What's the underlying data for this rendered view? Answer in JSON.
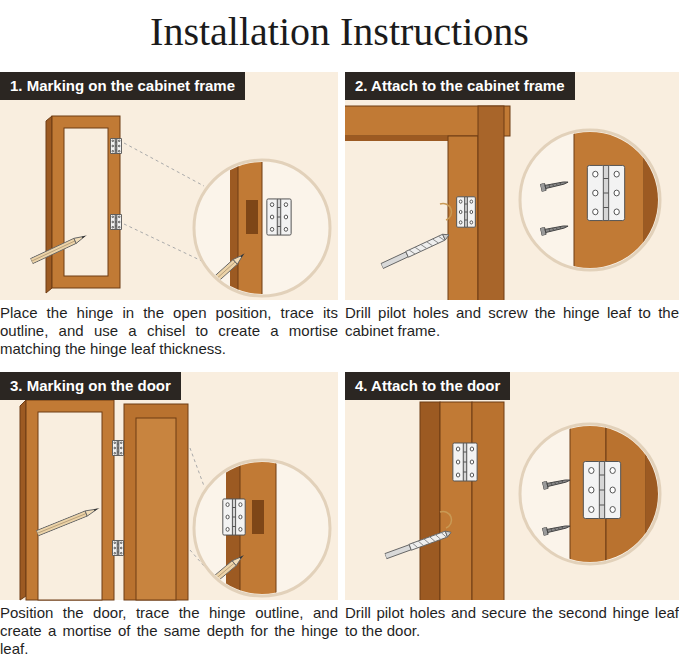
{
  "diagram": {
    "title": "Installation Instructions",
    "nodes": [
      {
        "text": [
          "1. Marking on the cabinet frame",
          "Place the hinge in the open position, trace its outline, and use a chisel to create a mortise matching the hinge leaf thickness."
        ]
      },
      {
        "text": [
          "2. Attach to the cabinet frame",
          "Drill pilot holes and screw the hinge leaf to the cabinet frame."
        ]
      },
      {
        "text": [
          "3. Marking on the door",
          "Position the door, trace the hinge outline, and create a mortise of the same depth for the hinge leaf."
        ]
      },
      {
        "text": [
          "4. Attach to the door",
          "Drill pilot holes and secure the second hinge leaf to the door."
        ]
      }
    ]
  }
}
